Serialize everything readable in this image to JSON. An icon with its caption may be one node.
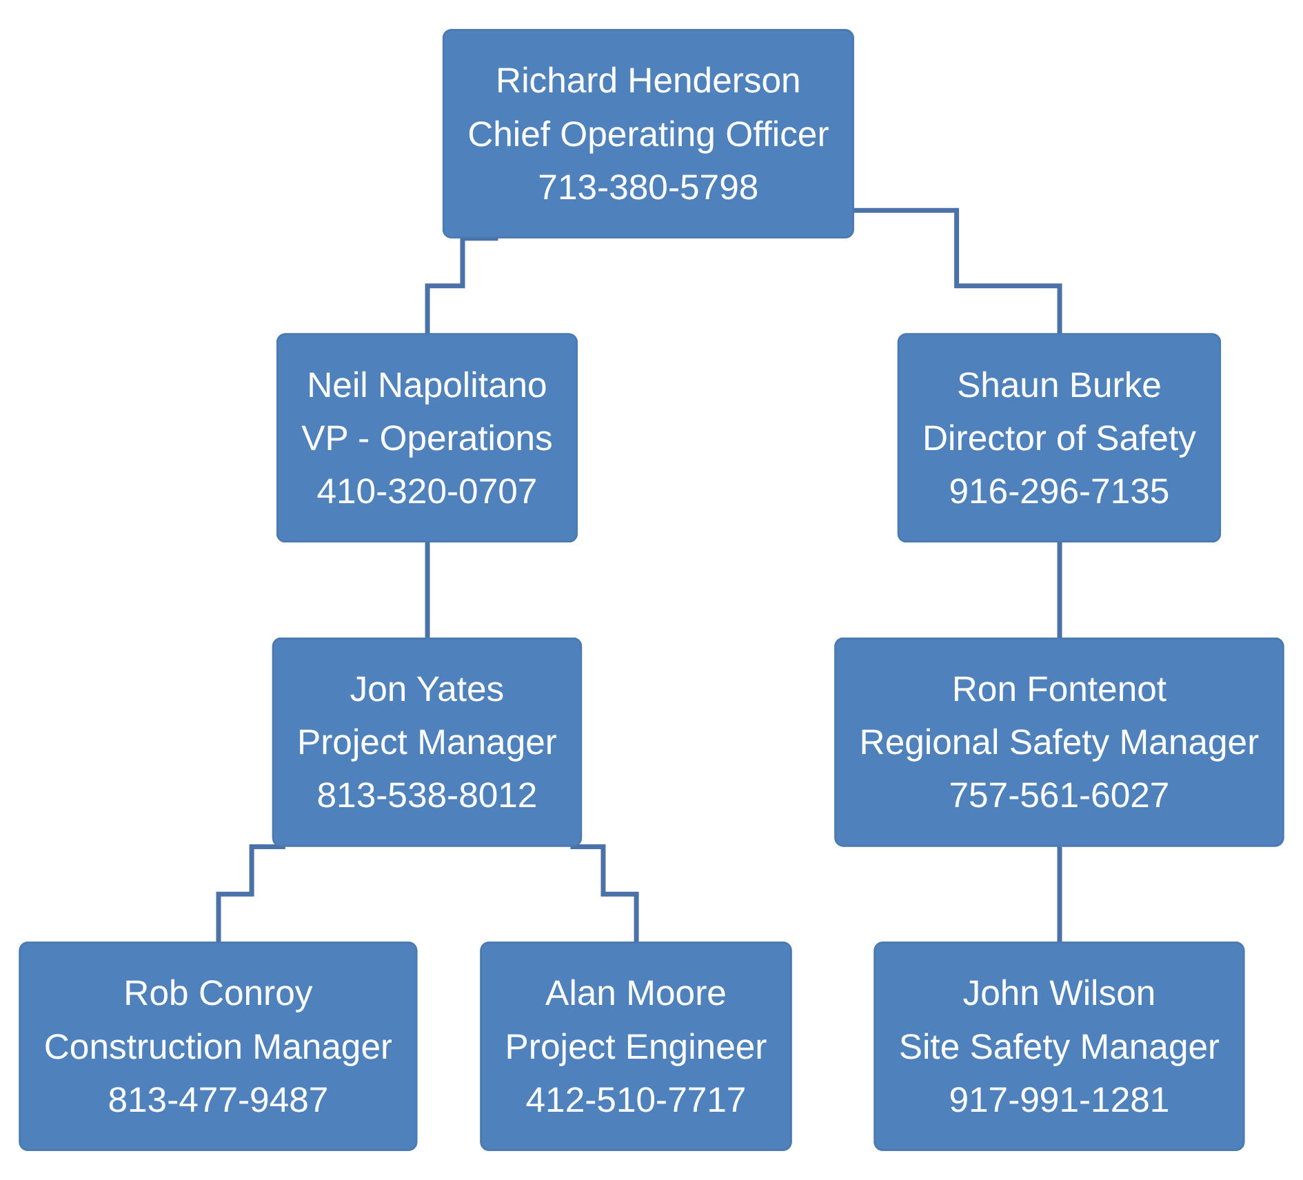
{
  "diagram": {
    "nodes": [
      {
        "text": [
          "Richard Henderson",
          "Chief Operating Officer",
          "713-380-5798"
        ]
      },
      {
        "text": [
          "Neil Napolitano",
          "VP - Operations",
          "410-320-0707"
        ]
      },
      {
        "text": [
          "Shaun Burke",
          "Director of Safety",
          "916-296-7135"
        ]
      },
      {
        "text": [
          "Jon Yates",
          "Project Manager",
          "813-538-8012"
        ]
      },
      {
        "text": [
          "Ron Fontenot",
          "Regional Safety Manager",
          "757-561-6027"
        ]
      },
      {
        "text": [
          "Rob Conroy",
          "Construction Manager",
          "813-477-9487"
        ]
      },
      {
        "text": [
          "Alan Moore",
          "Project Engineer",
          "412-510-7717"
        ]
      },
      {
        "text": [
          "John Wilson",
          "Site Safety Manager",
          "917-991-1281"
        ]
      }
    ],
    "edges": [
      {
        "from": 0,
        "to": 1,
        "arrow": "none"
      },
      {
        "from": 0,
        "to": 2,
        "arrow": "none"
      },
      {
        "from": 1,
        "to": 3,
        "arrow": "none"
      },
      {
        "from": 2,
        "to": 4,
        "arrow": "none"
      },
      {
        "from": 3,
        "to": 5,
        "arrow": "none"
      },
      {
        "from": 3,
        "to": 6,
        "arrow": "none"
      },
      {
        "from": 4,
        "to": 7,
        "arrow": "none"
      }
    ]
  }
}
